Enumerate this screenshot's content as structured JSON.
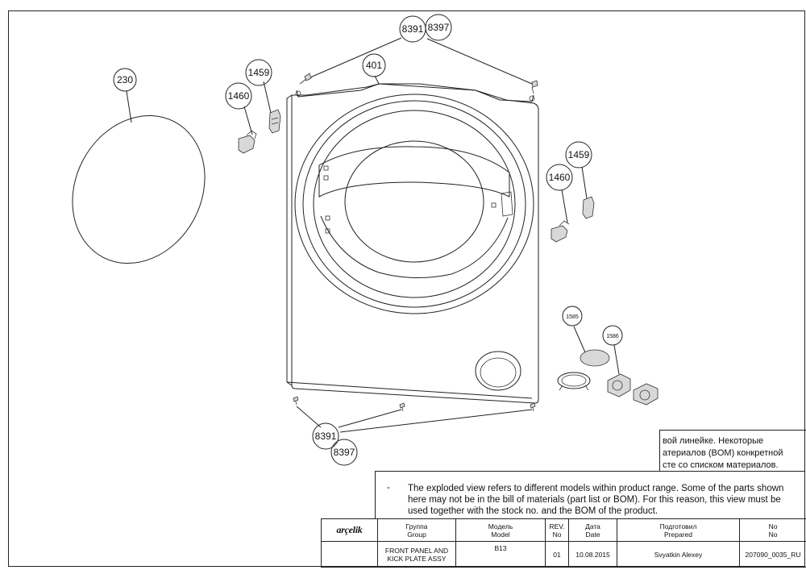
{
  "callouts": {
    "c230": "230",
    "c1459_left": "1459",
    "c1460_left": "1460",
    "c8391_top": "8391",
    "c8397_top": "8397",
    "c401": "401",
    "c1459_right": "1459",
    "c1460_right": "1460",
    "c1585": "1585",
    "c1586": "1586",
    "c8391_bottom": "8391",
    "c8397_bottom": "8397"
  },
  "notes": {
    "ru_lines": [
      "вой линейке. Некоторые",
      "атериалов (BOM) конкретной",
      "сте со списком материалов."
    ],
    "en_dash": "-",
    "en_text": "The exploded view refers to different models within product range. Some of the parts shown here may not be in the bill of materials (part list or BOM). For this reason, this view must be used together with the stock no. and the BOM of the product."
  },
  "titleblock": {
    "logo": "arçelik",
    "headers": {
      "group_ru": "Группа",
      "group_en": "Group",
      "model_ru": "Модель",
      "model_en": "Model",
      "rev_1": "REV.",
      "rev_2": "No",
      "date_ru": "Дата",
      "date_en": "Date",
      "prepared_ru": "Подготовил",
      "prepared_en": "Prepared",
      "no_ru": "No",
      "no_en": "No"
    },
    "values": {
      "group_line1": "FRONT PANEL AND",
      "group_line2": "KICK PLATE ASSY",
      "model": "B13",
      "rev": "01",
      "date": "10.08.2015",
      "prepared": "Svyatkin Alexey",
      "no": "207090_0035_RU"
    }
  }
}
